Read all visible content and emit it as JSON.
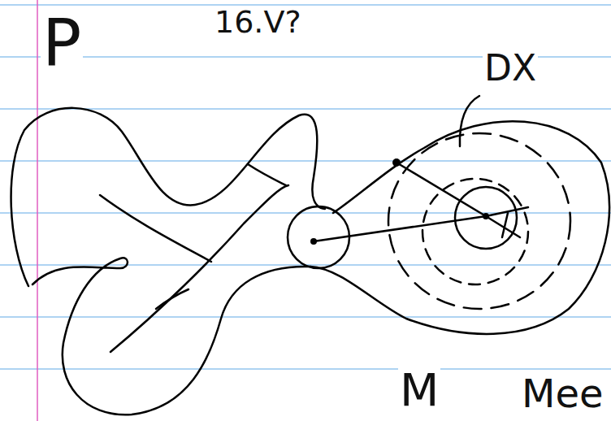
{
  "diagram": {
    "labels": [
      "P",
      "16.V?",
      "DX",
      "M",
      "Mee"
    ]
  }
}
